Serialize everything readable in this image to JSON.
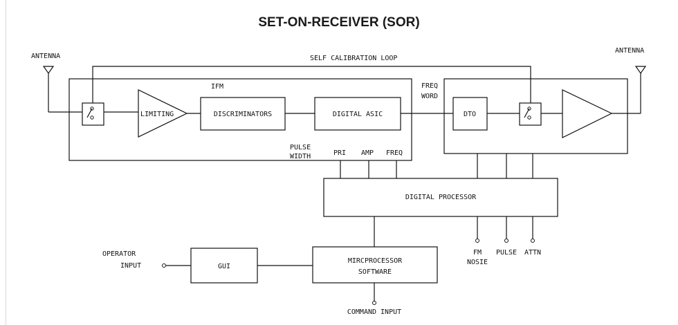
{
  "title": "SET-ON-RECEIVER (SOR)",
  "labels": {
    "antenna_left": "ANTENNA",
    "antenna_right": "ANTENNA",
    "self_calibration_loop": "SELF CALIBRATION LOOP",
    "ifm": "IFM",
    "limiting": "LIMITING",
    "discriminators": "DISCRIMINATORS",
    "digital_asic": "DIGITAL ASIC",
    "freq_word_line1": "FREQ",
    "freq_word_line2": "WORD",
    "dto": "DTO",
    "pulse_width_line1": "PULSE",
    "pulse_width_line2": "WIDTH",
    "pri": "PRI",
    "amp": "AMP",
    "freq": "FREQ",
    "digital_processor": "DIGITAL PROCESSOR",
    "fm_noise_line1": "FM",
    "fm_noise_line2": "NOSIE",
    "pulse": "PULSE",
    "attn": "ATTN",
    "operator_input_line1": "OPERATOR",
    "operator_input_line2": "INPUT",
    "gui": "GUI",
    "microprocessor_line1": "MIRCPROCESSOR",
    "microprocessor_line2": "SOFTWARE",
    "command_input": "COMMAND INPUT"
  }
}
